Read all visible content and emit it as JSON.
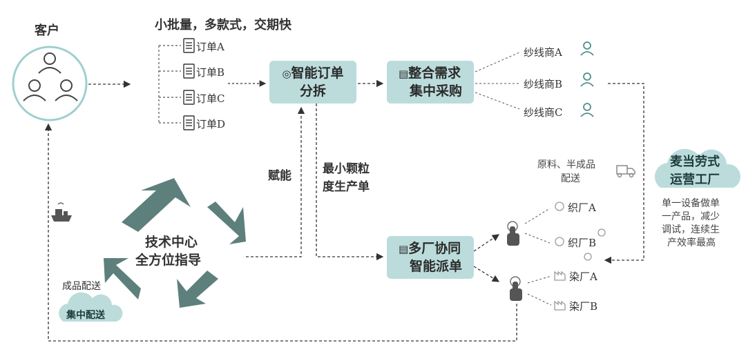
{
  "customer": {
    "label": "客户"
  },
  "order_header": "小批量，多款式，交期快",
  "orders": [
    "订单A",
    "订单B",
    "订单C",
    "订单D"
  ],
  "smart_split": {
    "line1": "智能订单",
    "line2": "分拆"
  },
  "procurement": {
    "line1": "整合需求",
    "line2": "集中采购"
  },
  "suppliers": [
    "纱线商A",
    "纱线商B",
    "纱线商C"
  ],
  "empower": "赋能",
  "min_unit": {
    "line1": "最小颗粒",
    "line2": "度生产单"
  },
  "tech_center": {
    "line1": "技术中心",
    "line2": "全方位指导"
  },
  "dispatch": {
    "line1": "多厂协同",
    "line2": "智能派单"
  },
  "material_delivery": {
    "line1": "原料、半成品",
    "line2": "配送"
  },
  "mcd_factory": {
    "line1": "麦当劳式",
    "line2": "运营工厂"
  },
  "factory_desc": [
    "单一设备做单",
    "一产品，减少",
    "调试，连续生",
    "产效率最高"
  ],
  "factories": [
    "织厂A",
    "织厂B",
    "染厂A",
    "染厂B"
  ],
  "finished_delivery": {
    "label": "成品配送",
    "cloud": "集中配送"
  }
}
